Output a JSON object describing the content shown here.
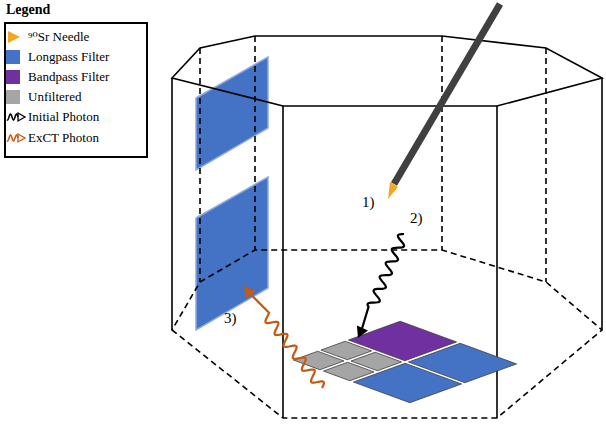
{
  "diagram": {
    "labels": [
      "Legend",
      "1)",
      "2)",
      "3)"
    ],
    "legend": [
      {
        "text": "⁹⁰Sr Needle"
      },
      {
        "text": "Longpass Filter",
        "color": "#4472c4"
      },
      {
        "text": "Bandpass Filter",
        "color": "#7030a0"
      },
      {
        "text": "Unfiltered",
        "color": "#a5a5a5"
      },
      {
        "text": "Initial Photon"
      },
      {
        "text": "ExCT Photon"
      }
    ]
  }
}
